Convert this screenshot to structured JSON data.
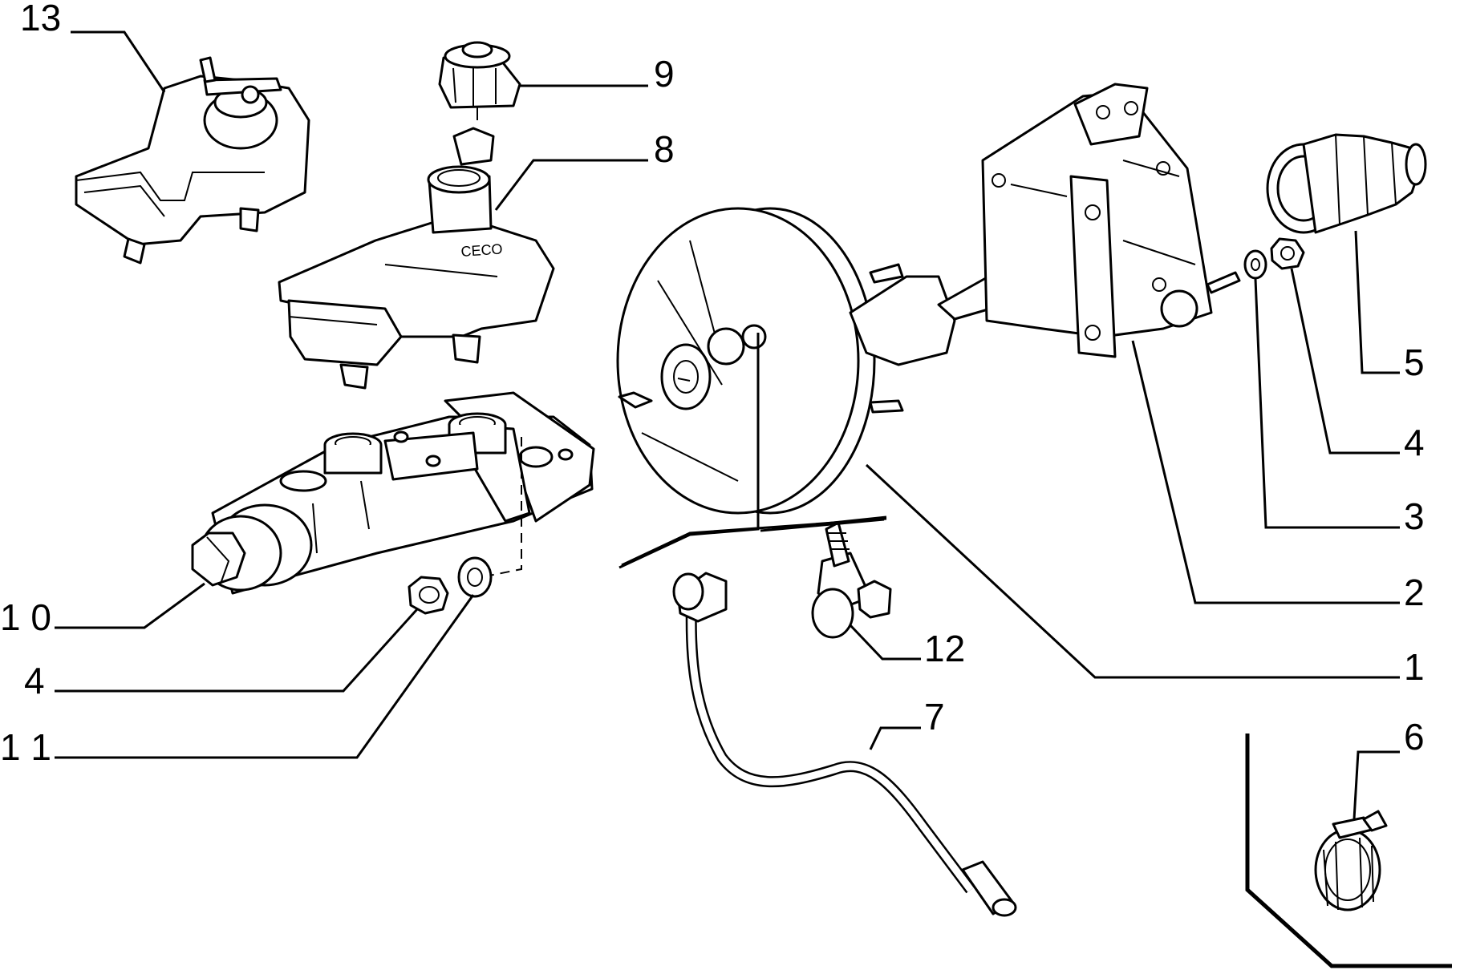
{
  "colors": {
    "ink": "#000000",
    "paper": "#ffffff"
  },
  "labels": {
    "l13": "13",
    "l9": "9",
    "l8": "8",
    "l10": "1 0",
    "l4_left": "4",
    "l11": "1 1",
    "l12": "12",
    "l7": "7",
    "l5": "5",
    "l4_right": "4",
    "l3": "3",
    "l2": "2",
    "l1": "1",
    "l6": "6"
  },
  "reservoir_marking": "CECO"
}
